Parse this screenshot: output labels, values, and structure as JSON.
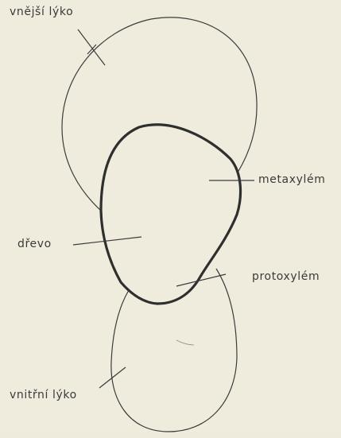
{
  "labels": {
    "outer_phloem": "vnější lýko",
    "metaxylem": "metaxylém",
    "wood": "dřevo",
    "protoxylem": "protoxylém",
    "inner_phloem": "vnitřní lýko"
  }
}
